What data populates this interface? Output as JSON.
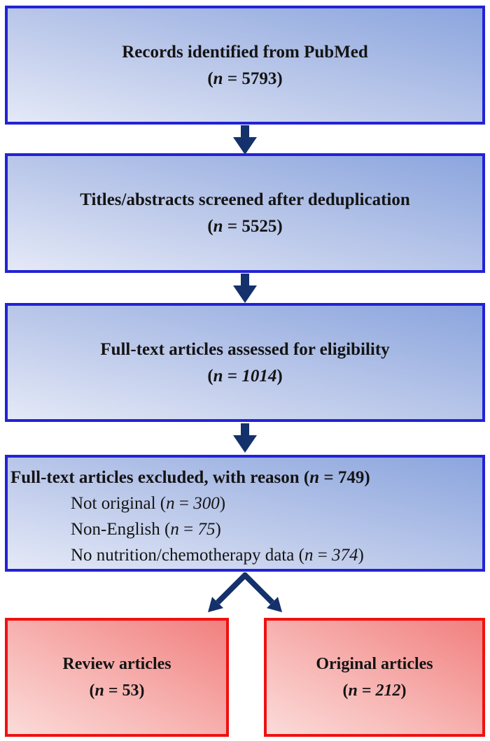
{
  "styles": {
    "blue_border": "#2222d6",
    "blue_fill_light": "#e4e9f7",
    "blue_fill_dark": "#8ba5de",
    "red_border": "#ee1111",
    "red_fill_light": "#fbdbd9",
    "red_fill_dark": "#f1807f",
    "arrow_color": "#14316b",
    "text_color": "#141414"
  },
  "fmt": {
    "open": "(",
    "n": "n",
    "eq": " = ",
    "close": ")",
    "sp": " "
  },
  "flow": {
    "boxes": [
      {
        "id": "identified",
        "title": "Records identified from PubMed",
        "count": "5793"
      },
      {
        "id": "screened",
        "title": "Titles/abstracts screened after deduplication",
        "count": "5525"
      },
      {
        "id": "eligibility",
        "title": "Full-text articles assessed for eligibility",
        "count": "1014"
      }
    ],
    "excluded": {
      "title": "Full-text articles excluded, with reason",
      "count": "749",
      "items": [
        {
          "label": "Not original",
          "count": "300"
        },
        {
          "label": "Non-English",
          "count": "75"
        },
        {
          "label": "No nutrition/chemotherapy data",
          "count": "374"
        }
      ]
    },
    "outcomes": [
      {
        "id": "review",
        "title": "Review articles",
        "count": "53"
      },
      {
        "id": "original",
        "title": "Original articles",
        "count": "212"
      }
    ]
  }
}
